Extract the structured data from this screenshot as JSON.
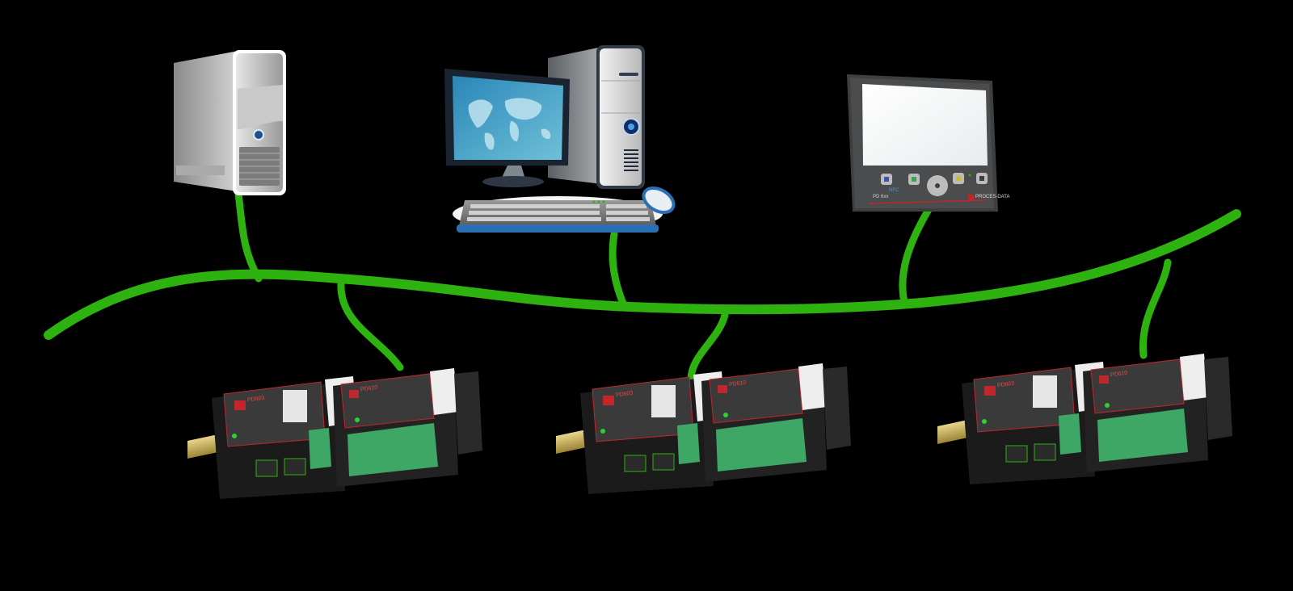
{
  "diagram": {
    "background": "#000000",
    "bus_color": "#2db20f",
    "nodes_top": [
      {
        "id": "server",
        "name": "Server tower"
      },
      {
        "id": "workstation",
        "name": "Desktop PC"
      },
      {
        "id": "hmi",
        "name": "HMI panel",
        "model_label": "PD 6xx",
        "nfc_label": "NFC",
        "brand_label": "PROCES-DATA"
      }
    ],
    "nodes_bottom": [
      {
        "id": "controller-1",
        "modules": [
          {
            "label": "PD603"
          },
          {
            "label": "PD610"
          }
        ]
      },
      {
        "id": "controller-2",
        "modules": [
          {
            "label": "PD603"
          },
          {
            "label": "PD610"
          }
        ]
      },
      {
        "id": "controller-3",
        "modules": [
          {
            "label": "PD603"
          },
          {
            "label": "PD610"
          }
        ]
      }
    ],
    "edges": [
      {
        "from": "server",
        "to": "bus"
      },
      {
        "from": "workstation",
        "to": "bus"
      },
      {
        "from": "hmi",
        "to": "bus"
      },
      {
        "from": "bus",
        "to": "controller-1"
      },
      {
        "from": "bus",
        "to": "controller-2"
      },
      {
        "from": "bus",
        "to": "controller-3"
      }
    ]
  }
}
